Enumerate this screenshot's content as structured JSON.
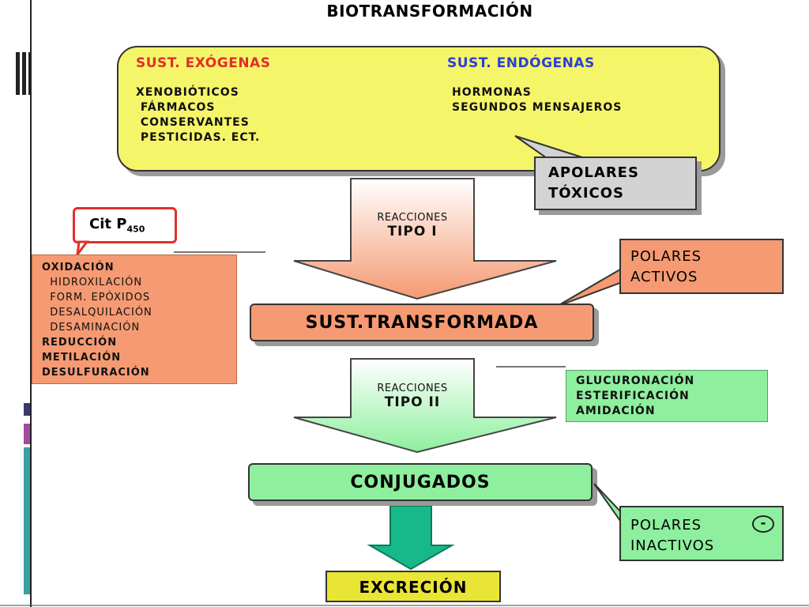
{
  "title": "BIOTRANSFORMACIÓN",
  "sources": {
    "exogenous_heading": "SUST. EXÓGENAS",
    "endogenous_heading": "SUST. ENDÓGENAS",
    "exogenous_items": [
      "XENOBIÓTICOS",
      " FÁRMACOS",
      " CONSERVANTES",
      " PESTICIDAS. ECT."
    ],
    "endogenous_items": [
      "HORMONAS",
      "SEGUNDOS MENSAJEROS"
    ],
    "exogenous_color": "#e0302a",
    "endogenous_color": "#2a3fd6",
    "box_color": "#f5f56a"
  },
  "apolares": [
    "APOLARES",
    "TÓXICOS"
  ],
  "cit": {
    "label": "Cit P",
    "subscript": "450"
  },
  "reactions_type1": {
    "line1": "REACCIONES",
    "line2": "TIPO I",
    "list": [
      {
        "text": "OXIDACIÓN",
        "bold": true
      },
      {
        "text": "  HIDROXILACIÓN",
        "bold": false
      },
      {
        "text": "  FORM. EPÓXIDOS",
        "bold": false
      },
      {
        "text": "  DESALQUILACIÓN",
        "bold": false
      },
      {
        "text": "  DESAMINACIÓN",
        "bold": false
      },
      {
        "text": "REDUCCIÓN",
        "bold": true
      },
      {
        "text": "METILACIÓN",
        "bold": true
      },
      {
        "text": "DESULFURACIÓN",
        "bold": true
      }
    ],
    "color": "#f59a72"
  },
  "polares_activos": [
    "POLARES",
    "ACTIVOS"
  ],
  "transformed": "SUST.TRANSFORMADA",
  "reactions_type2": {
    "line1": "REACCIONES",
    "line2": "TIPO II",
    "list": [
      "GLUCURONACIÓN",
      "ESTERIFICACIÓN",
      "AMIDACIÓN"
    ],
    "color": "#8eef9e"
  },
  "conjugados": "CONJUGADOS",
  "polares_inactivos": [
    "POLARES",
    "INACTIVOS"
  ],
  "charge_sign": "-",
  "excrecion": "EXCRECIÓN",
  "excrecion_color": "#e9e534",
  "arrow_final_color": "#17b88a"
}
